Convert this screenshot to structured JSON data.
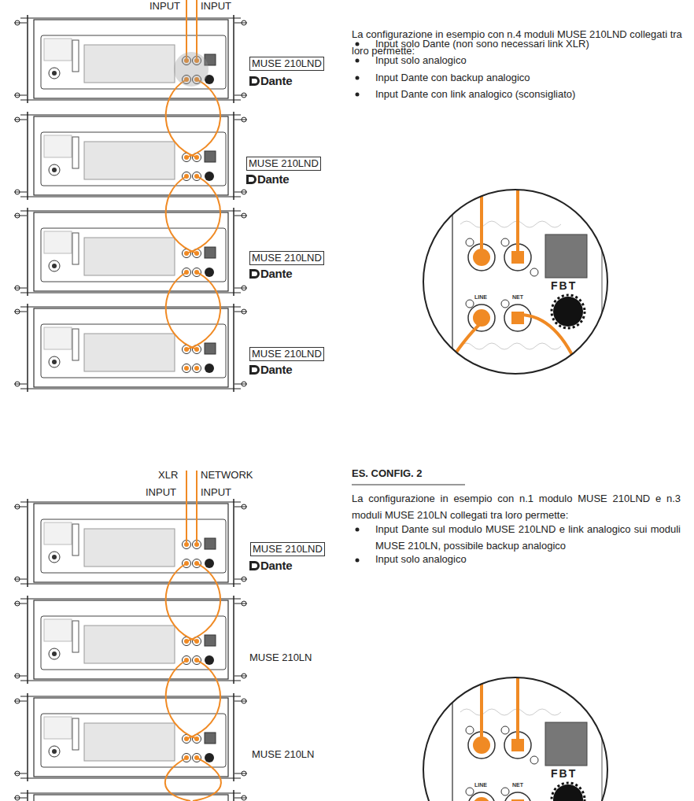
{
  "diagram": {
    "nodes": [
      {
        "text": [
          "MUSE 210LND"
        ]
      },
      {
        "text": [
          "MUSE 210LND"
        ]
      },
      {
        "text": [
          "MUSE 210LND"
        ]
      },
      {
        "text": [
          "MUSE 210LND"
        ]
      },
      {
        "text": [
          "MUSE 210LND"
        ]
      }
    ],
    "labels": [
      "INPUT",
      "INPUT",
      "La configurazione in esempio con n.4 moduli MUSE 210LND collegati tra loro permette:",
      "Input solo Dante (non sono necessari link XLR)",
      "Input solo analogico",
      "Input Dante con backup analogico",
      "Input Dante con link analogico (sconsigliato)",
      "Dante",
      "Dante",
      "Dante",
      "Dante",
      "LINE",
      "NET",
      "FBT",
      "ES. CONFIG. 2",
      "XLR",
      "INPUT",
      "NETWORK",
      "INPUT",
      "La configurazione in esempio con n.1 modulo MUSE 210LND e n.3 moduli MUSE 210LN collegati tra loro permette:",
      "Input Dante sul modulo MUSE 210LND e link analogico sui moduli MUSE 210LN, possibile backup analogico",
      "Input solo analogico",
      "Dante",
      "MUSE 210LN",
      "MUSE 210LN",
      "LINE",
      "NET",
      "FBT"
    ]
  }
}
